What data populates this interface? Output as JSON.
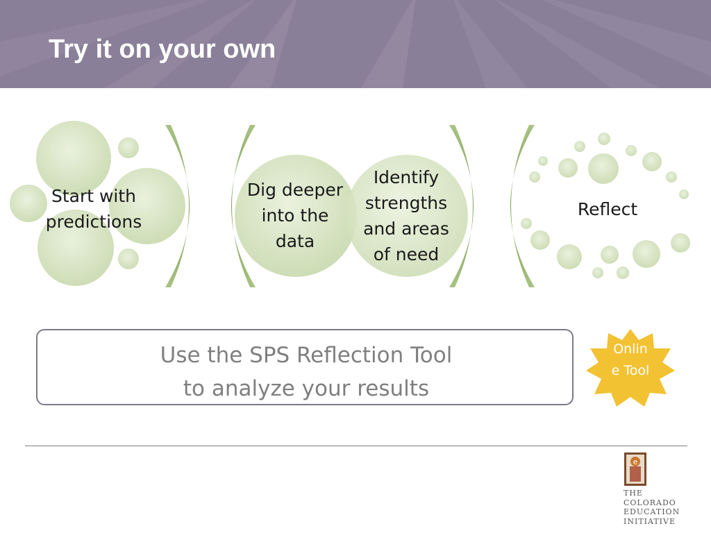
{
  "slide": {
    "title": "Try it on your own"
  },
  "steps": [
    {
      "label_lines": [
        "Start with",
        "predictions"
      ]
    },
    {
      "label_lines": [
        "Dig deeper",
        "into the",
        "data"
      ]
    },
    {
      "label_lines": [
        "Identify",
        "strengths",
        "and areas",
        "of need"
      ]
    },
    {
      "label_lines": [
        "Reflect"
      ]
    }
  ],
  "tool_box": {
    "line1": "Use the SPS Reflection Tool",
    "line2": "to analyze your results"
  },
  "badge": {
    "text": "Online Tool"
  },
  "logo": {
    "lines": [
      "THE",
      "COLORADO",
      "EDUCATION",
      "INITIATIVE"
    ]
  },
  "colors": {
    "header": "#8a7f98",
    "circle_green": "#d6e3c2",
    "arc_green": "#8fad62",
    "badge_gold": "#f2c233",
    "box_text": "#7f7f7f"
  }
}
